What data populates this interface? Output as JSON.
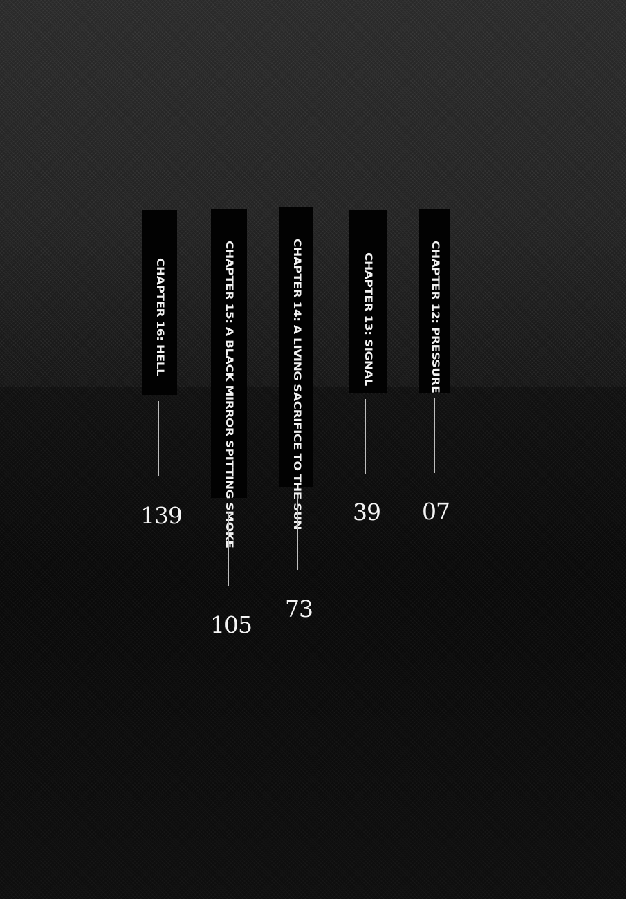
{
  "toc": {
    "chapters": [
      {
        "title": "CHAPTER 12: PRESSURE",
        "page": "07"
      },
      {
        "title": "CHAPTER 13: SIGNAL",
        "page": "39"
      },
      {
        "title": "CHAPTER 14: A LIVING SACRIFICE TO THE SUN",
        "page": "73"
      },
      {
        "title": "CHAPTER 15: A BLACK MIRROR SPITTING SMOKE",
        "page": "105"
      },
      {
        "title": "CHAPTER 16: HELL",
        "page": "139"
      }
    ]
  },
  "colors": {
    "background": "#0c0c0c",
    "bar": "#020202",
    "text": "#f2f2f2",
    "connector": "#bdbdbd"
  }
}
